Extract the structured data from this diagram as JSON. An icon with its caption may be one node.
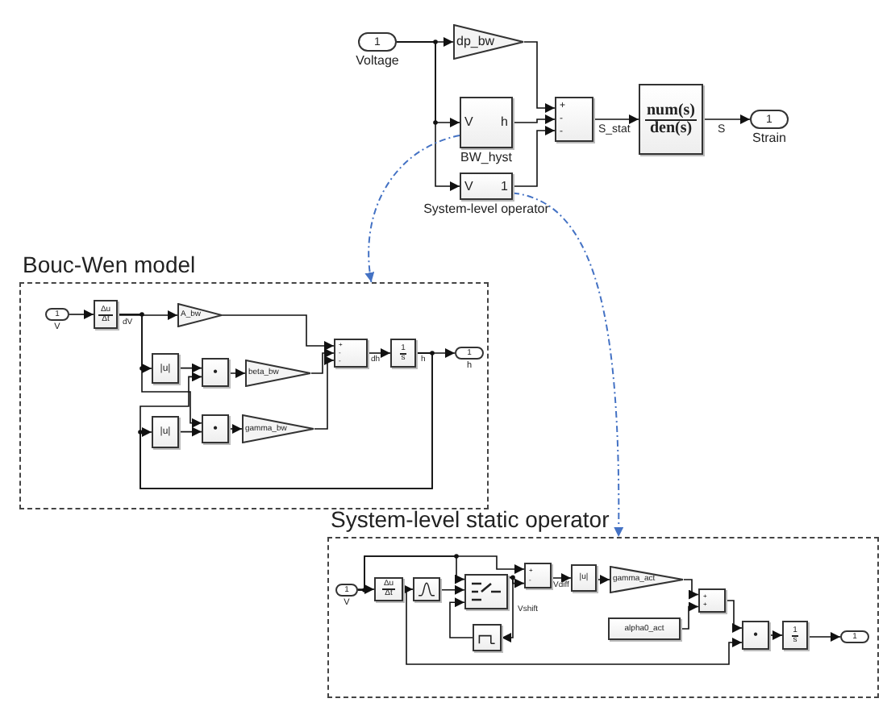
{
  "diagram": {
    "nodes": [
      {
        "text": [
          "1"
        ],
        "beside": [
          "Voltage"
        ]
      },
      {
        "text": [
          "dp_bw"
        ]
      },
      {
        "text": [
          "V",
          "h"
        ],
        "beside": [
          "BW_hyst"
        ]
      },
      {
        "text": [
          "V",
          "1"
        ],
        "beside": [
          "System-level operator"
        ]
      },
      {
        "text": [
          "+",
          "-",
          "-"
        ]
      },
      {
        "text": [
          "num(s)",
          "den(s)"
        ]
      },
      {
        "text": [
          "1"
        ],
        "beside": [
          "Strain"
        ]
      },
      {
        "text": [
          "Bouc-Wen model"
        ]
      },
      {
        "text": [
          "1"
        ],
        "beside": [
          "V"
        ],
        "in": 7
      },
      {
        "text": [
          "Δu",
          "Δt"
        ],
        "in": 7
      },
      {
        "text": [
          "A_bw"
        ],
        "in": 7
      },
      {
        "text": [
          "|u|"
        ],
        "in": 7
      },
      {
        "text": [
          "•"
        ],
        "in": 7
      },
      {
        "text": [
          "beta_bw"
        ],
        "in": 7
      },
      {
        "text": [
          "|u|"
        ],
        "in": 7
      },
      {
        "text": [
          "•"
        ],
        "in": 7
      },
      {
        "text": [
          "gamma_bw"
        ],
        "in": 7
      },
      {
        "text": [
          "+",
          "-",
          "-"
        ],
        "in": 7
      },
      {
        "text": [
          "1",
          "s"
        ],
        "in": 7
      },
      {
        "text": [
          "1"
        ],
        "beside": [
          "h"
        ],
        "in": 7
      },
      {
        "text": [
          "System-level static operator"
        ]
      },
      {
        "text": [
          "1"
        ],
        "beside": [
          "V"
        ],
        "in": 20
      },
      {
        "text": [
          "Δu",
          "Δt"
        ],
        "in": 20
      },
      {
        "text": [],
        "shape": "box",
        "in": 20
      },
      {
        "text": [],
        "shape": "box",
        "in": 20
      },
      {
        "text": [
          "+",
          "-"
        ],
        "in": 20
      },
      {
        "text": [
          "|u|"
        ],
        "in": 20
      },
      {
        "text": [
          "gamma_act"
        ],
        "in": 20
      },
      {
        "text": [
          "+",
          "+"
        ],
        "in": 20
      },
      {
        "text": [
          "alpha0_act"
        ],
        "in": 20
      },
      {
        "text": [],
        "shape": "box",
        "in": 20
      },
      {
        "text": [
          "•"
        ],
        "in": 20
      },
      {
        "text": [
          "1",
          "s"
        ],
        "in": 20
      },
      {
        "text": [
          "1"
        ],
        "in": 20
      }
    ],
    "edges": [
      {
        "from": 0,
        "to": 1,
        "arrow": "to"
      },
      {
        "from": 0,
        "to": 2,
        "arrow": "to"
      },
      {
        "from": 0,
        "to": 3,
        "arrow": "to"
      },
      {
        "from": 1,
        "to": 4,
        "arrow": "to"
      },
      {
        "from": 2,
        "to": 4,
        "arrow": "to"
      },
      {
        "from": 3,
        "to": 4,
        "arrow": "to"
      },
      {
        "from": 4,
        "to": 5,
        "arrow": "to",
        "label": "S_stat"
      },
      {
        "from": 5,
        "to": 6,
        "arrow": "to",
        "label": "S"
      },
      {
        "from": 2,
        "to": 7,
        "arrow": "to",
        "style": "dashed",
        "color": "#4472c4"
      },
      {
        "from": 3,
        "to": 20,
        "arrow": "to",
        "style": "dashed",
        "color": "#4472c4"
      },
      {
        "from": 8,
        "to": 9,
        "arrow": "to"
      },
      {
        "from": 9,
        "to": 10,
        "arrow": "to",
        "label": "dV"
      },
      {
        "from": 9,
        "to": 11,
        "arrow": "to"
      },
      {
        "from": 9,
        "to": 15,
        "arrow": "to"
      },
      {
        "from": 10,
        "to": 17,
        "arrow": "to"
      },
      {
        "from": 11,
        "to": 12,
        "arrow": "to"
      },
      {
        "from": 12,
        "to": 13,
        "arrow": "to"
      },
      {
        "from": 13,
        "to": 17,
        "arrow": "to"
      },
      {
        "from": 14,
        "to": 15,
        "arrow": "to"
      },
      {
        "from": 15,
        "to": 16,
        "arrow": "to"
      },
      {
        "from": 16,
        "to": 17,
        "arrow": "to"
      },
      {
        "from": 17,
        "to": 18,
        "arrow": "to",
        "label": "dh"
      },
      {
        "from": 18,
        "to": 19,
        "arrow": "to",
        "label": "h"
      },
      {
        "from": 18,
        "to": 14,
        "arrow": "to"
      },
      {
        "from": 18,
        "to": 12,
        "arrow": "to"
      },
      {
        "from": 21,
        "to": 22,
        "arrow": "to"
      },
      {
        "from": 21,
        "to": 25,
        "arrow": "to"
      },
      {
        "from": 21,
        "to": 24,
        "arrow": "to"
      },
      {
        "from": 22,
        "to": 23,
        "arrow": "to"
      },
      {
        "from": 22,
        "to": 31,
        "arrow": "to"
      },
      {
        "from": 23,
        "to": 24,
        "arrow": "to"
      },
      {
        "from": 24,
        "to": 25,
        "arrow": "to"
      },
      {
        "from": 24,
        "to": 30,
        "arrow": "to",
        "label": "Vshift"
      },
      {
        "from": 30,
        "to": 24,
        "arrow": "to"
      },
      {
        "from": 25,
        "to": 26,
        "arrow": "to",
        "label": "Vdiff"
      },
      {
        "from": 26,
        "to": 27,
        "arrow": "to"
      },
      {
        "from": 27,
        "to": 28,
        "arrow": "to"
      },
      {
        "from": 29,
        "to": 28,
        "arrow": "to"
      },
      {
        "from": 28,
        "to": 31,
        "arrow": "to"
      },
      {
        "from": 31,
        "to": 32,
        "arrow": "to"
      },
      {
        "from": 32,
        "to": 33,
        "arrow": "to"
      }
    ]
  }
}
